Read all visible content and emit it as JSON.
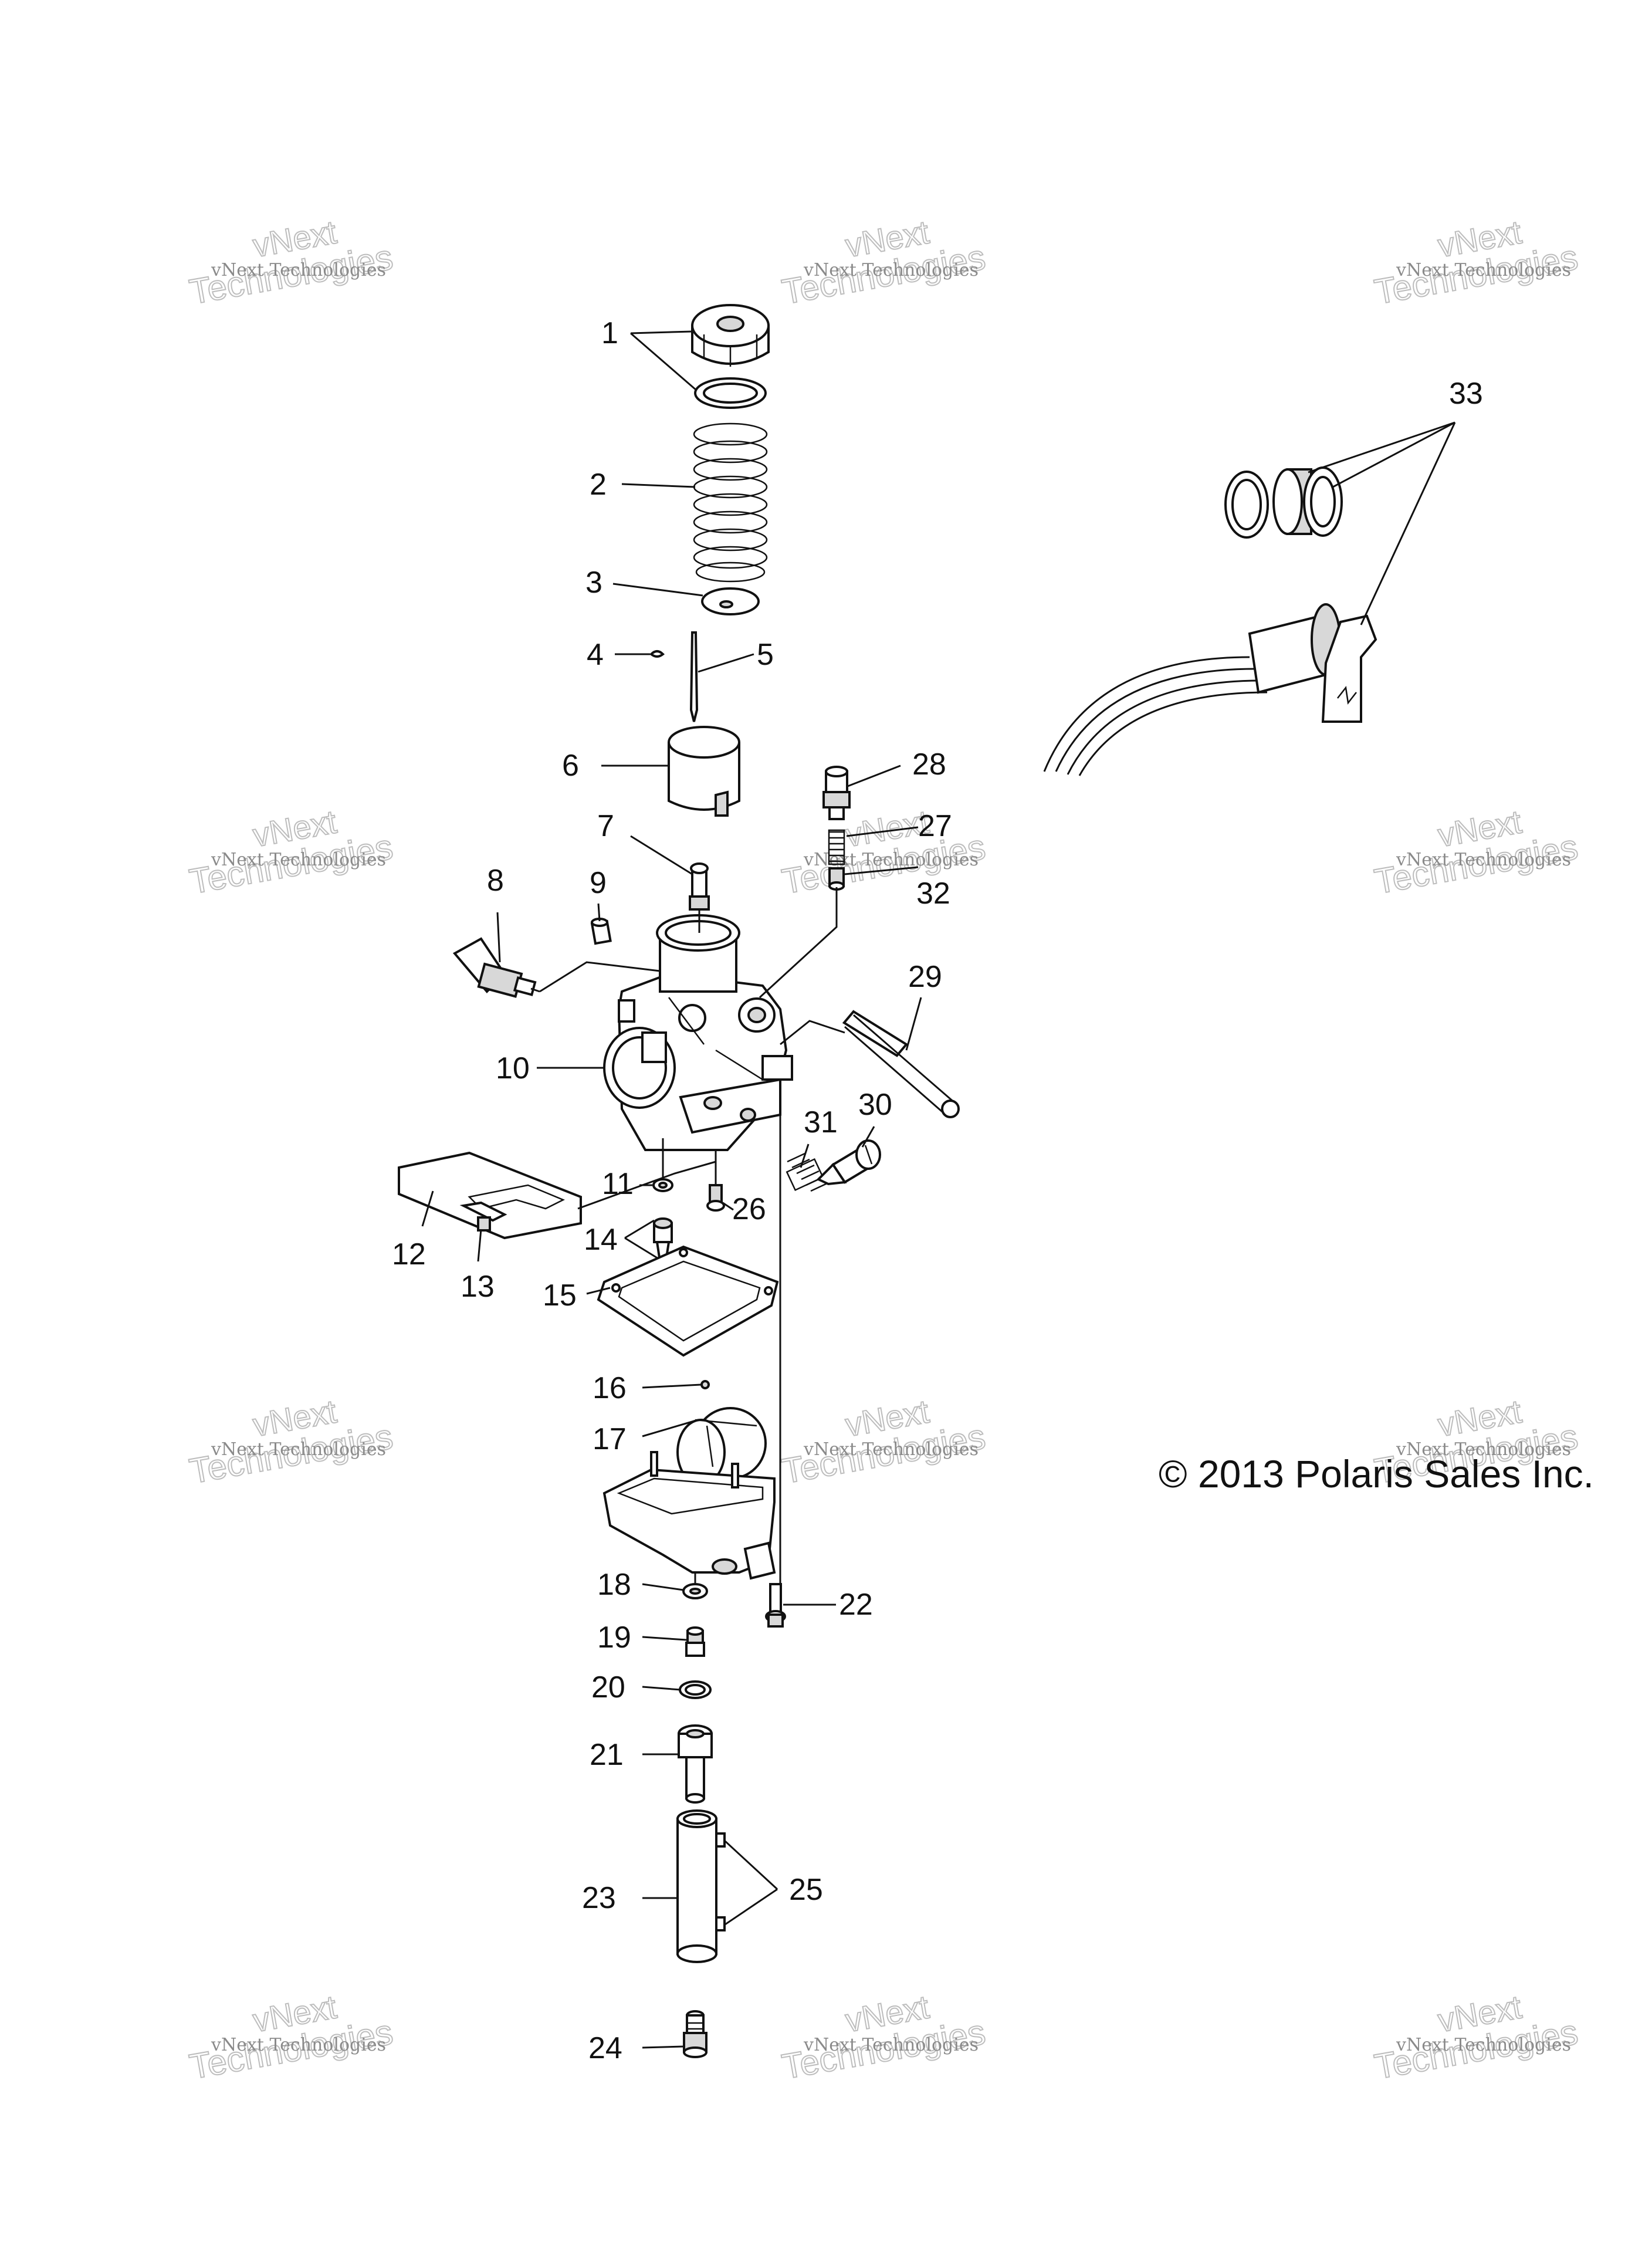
{
  "copyright": "© 2013 Polaris Sales Inc.",
  "watermark": {
    "line1": "vNext Technologies",
    "line2a": "vNext",
    "line2b": "Technologies"
  },
  "callouts": [
    "1",
    "2",
    "3",
    "4",
    "5",
    "6",
    "7",
    "8",
    "9",
    "10",
    "11",
    "12",
    "13",
    "14",
    "15",
    "16",
    "17",
    "18",
    "19",
    "20",
    "21",
    "22",
    "23",
    "24",
    "25",
    "26",
    "27",
    "28",
    "29",
    "30",
    "31",
    "32",
    "33"
  ]
}
